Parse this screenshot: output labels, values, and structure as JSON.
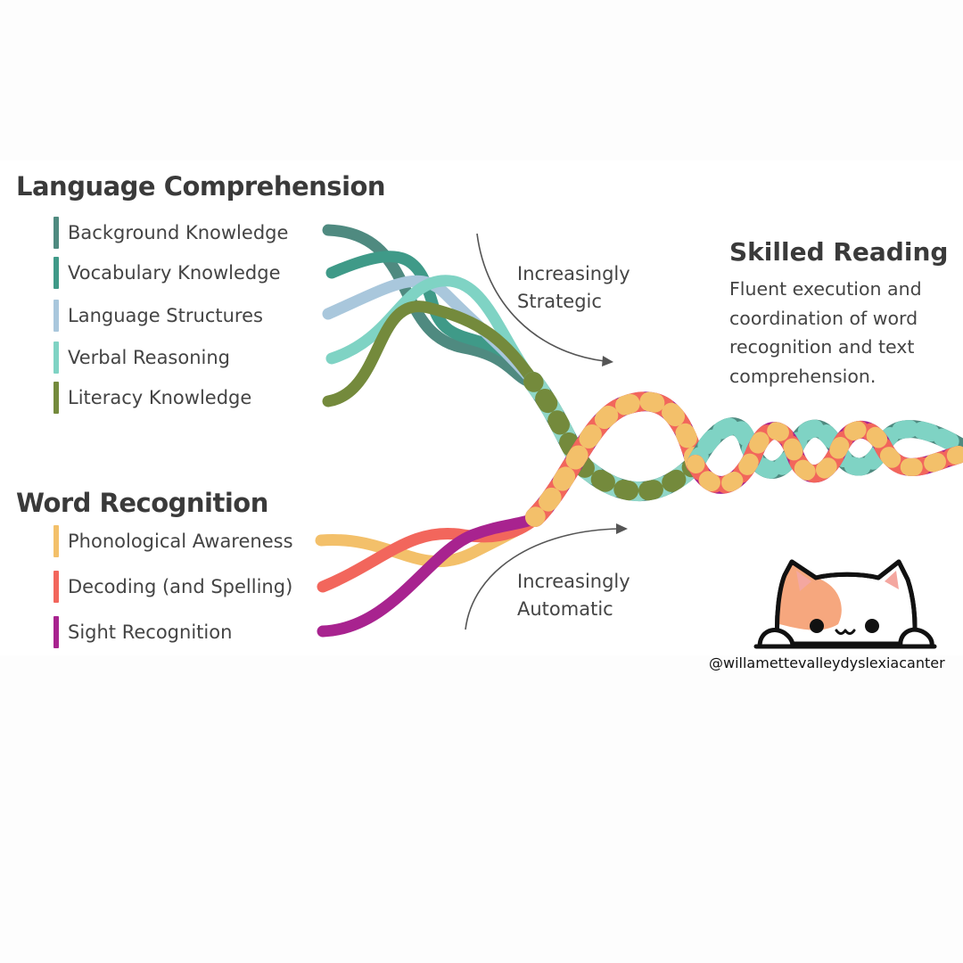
{
  "language_comprehension": {
    "title": "Language Comprehension",
    "items": [
      {
        "label": "Background Knowledge",
        "color": "#4f8a80"
      },
      {
        "label": "Vocabulary Knowledge",
        "color": "#3f9a88"
      },
      {
        "label": "Language Structures",
        "color": "#a9c7dc"
      },
      {
        "label": "Verbal Reasoning",
        "color": "#7fd3c4"
      },
      {
        "label": "Literacy Knowledge",
        "color": "#748a3c"
      }
    ]
  },
  "word_recognition": {
    "title": "Word Recognition",
    "items": [
      {
        "label": "Phonological Awareness",
        "color": "#f3c06a"
      },
      {
        "label": "Decoding (and Spelling)",
        "color": "#f2665c"
      },
      {
        "label": "Sight Recognition",
        "color": "#a8238f"
      }
    ]
  },
  "skilled_reading": {
    "title": "Skilled Reading",
    "description": "Fluent execution and coordination of word recognition and text comprehension."
  },
  "arrows": {
    "strategic": {
      "line1": "Increasingly",
      "line2": "Strategic"
    },
    "automatic": {
      "line1": "Increasingly",
      "line2": "Automatic"
    }
  },
  "watermark": {
    "handle": "@willamettevalleydyslexiacanter",
    "icon": "cat-peeking-icon"
  },
  "colors": {
    "text": "#3a3a3a",
    "cat_patch": "#f6a77e",
    "cat_ear": "#f4a7a0"
  }
}
